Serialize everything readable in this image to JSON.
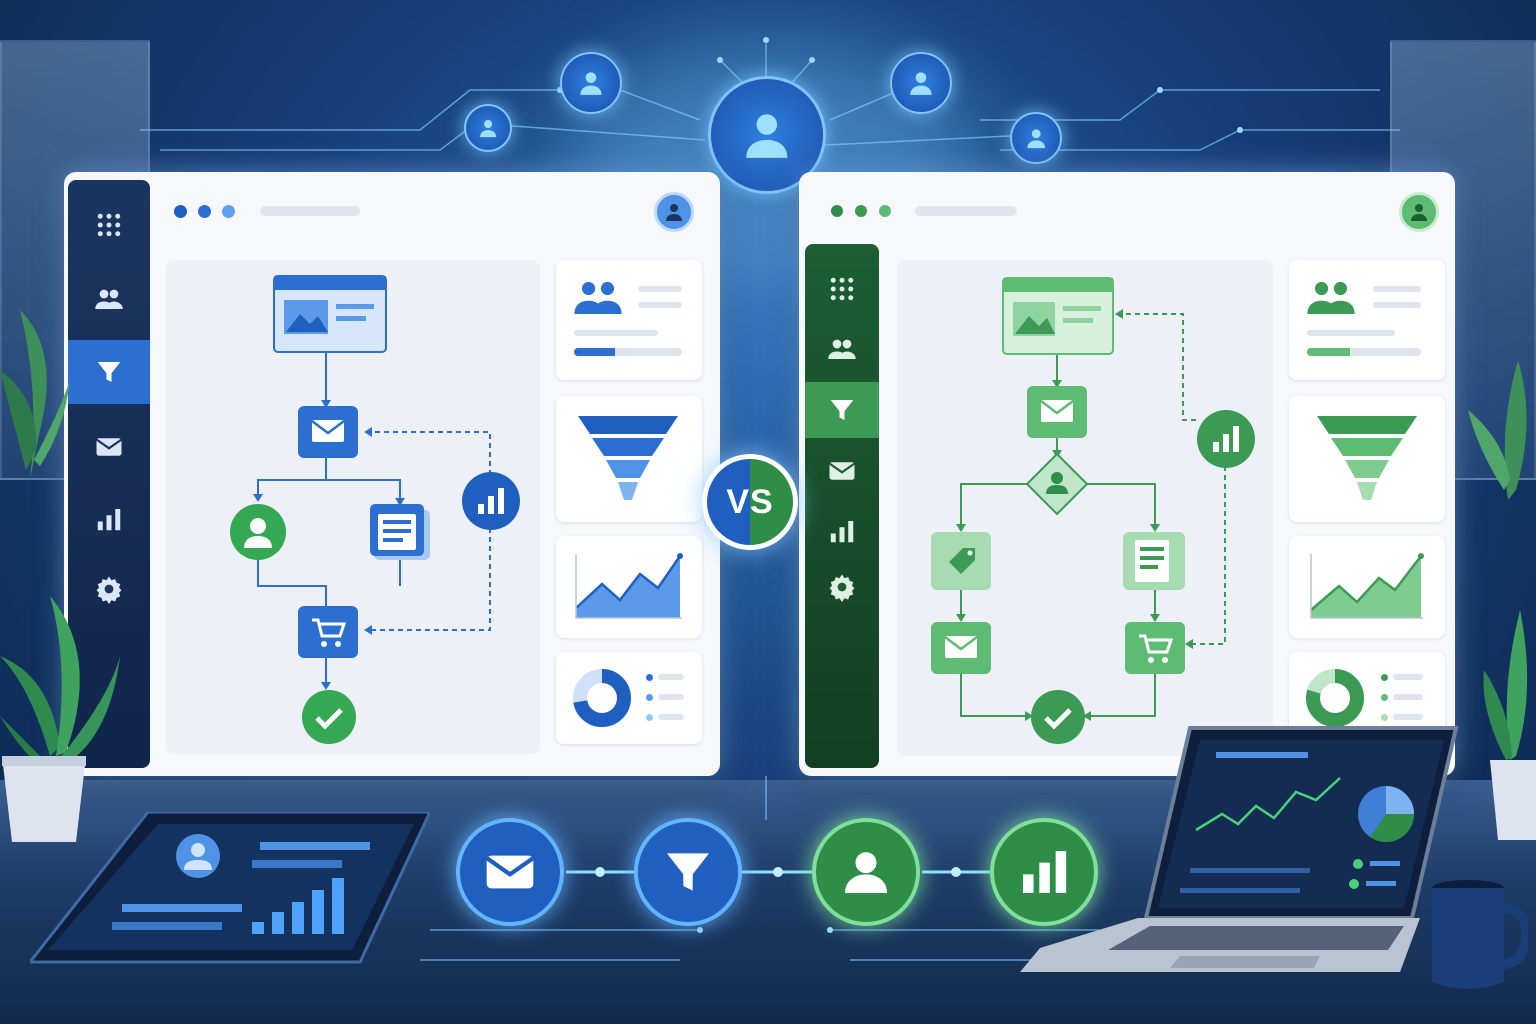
{
  "vs_label": "VS",
  "colors": {
    "blue_primary": "#2d6fd0",
    "blue_dark": "#1c3560",
    "green_primary": "#3c9a55",
    "green_dark": "#1d5e33",
    "window_bg": "#f6f8fc",
    "canvas_bg": "#edf1f7"
  },
  "left_app": {
    "theme": "blue",
    "sidebar_items": [
      {
        "icon": "grid-icon",
        "active": false
      },
      {
        "icon": "users-icon",
        "active": false
      },
      {
        "icon": "funnel-icon",
        "active": true
      },
      {
        "icon": "mail-icon",
        "active": false
      },
      {
        "icon": "bar-chart-icon",
        "active": false
      },
      {
        "icon": "gear-icon",
        "active": false
      }
    ],
    "workflow_nodes": [
      "landing-page-icon",
      "mail-icon",
      "user-icon",
      "form-icon",
      "analytics-icon",
      "cart-icon",
      "check-icon"
    ],
    "side_cards": [
      "audience-card",
      "funnel-card",
      "area-chart-card",
      "donut-chart-card"
    ],
    "progress_fraction": 0.38
  },
  "right_app": {
    "theme": "green",
    "sidebar_items": [
      {
        "icon": "grid-icon",
        "active": false
      },
      {
        "icon": "users-icon",
        "active": false
      },
      {
        "icon": "funnel-icon",
        "active": true
      },
      {
        "icon": "mail-icon",
        "active": false
      },
      {
        "icon": "bar-chart-icon",
        "active": false
      },
      {
        "icon": "gear-icon",
        "active": false
      }
    ],
    "workflow_nodes": [
      "landing-page-icon",
      "mail-icon",
      "decision-user-icon",
      "tag-icon",
      "form-icon",
      "analytics-icon",
      "mail-icon",
      "cart-icon",
      "check-icon"
    ],
    "side_cards": [
      "audience-card",
      "funnel-card",
      "area-chart-card",
      "donut-chart-card"
    ],
    "progress_fraction": 0.38
  },
  "bottom_chain": [
    "mail-icon",
    "funnel-icon",
    "user-icon",
    "bar-chart-icon"
  ],
  "top_network": [
    "user-icon",
    "user-icon",
    "user-icon",
    "user-icon",
    "user-icon"
  ]
}
